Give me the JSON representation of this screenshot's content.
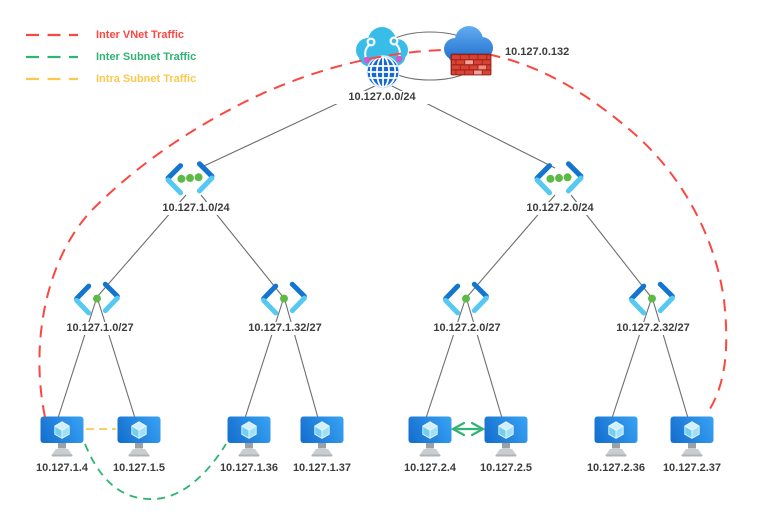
{
  "legend": {
    "items": [
      {
        "label": "Inter VNet Traffic",
        "color": "#fb4740"
      },
      {
        "label": "Inter Subnet Traffic",
        "color": "#2fb474"
      },
      {
        "label": "Intra Subnet Traffic",
        "color": "#fcc84e"
      }
    ]
  },
  "hub": {
    "vnet_cidr": "10.127.0.0/24",
    "firewall_ip": "10.127.0.132"
  },
  "vnets": [
    {
      "cidr": "10.127.1.0/24"
    },
    {
      "cidr": "10.127.2.0/24"
    }
  ],
  "subnets": [
    {
      "cidr": "10.127.1.0/27"
    },
    {
      "cidr": "10.127.1.32/27"
    },
    {
      "cidr": "10.127.2.0/27"
    },
    {
      "cidr": "10.127.2.32/27"
    }
  ],
  "vms": [
    {
      "ip": "10.127.1.4"
    },
    {
      "ip": "10.127.1.5"
    },
    {
      "ip": "10.127.1.36"
    },
    {
      "ip": "10.127.1.37"
    },
    {
      "ip": "10.127.2.4"
    },
    {
      "ip": "10.127.2.5"
    },
    {
      "ip": "10.127.2.36"
    },
    {
      "ip": "10.127.2.37"
    }
  ],
  "icons": {
    "hub_cloud": "cloud-with-globe-icon",
    "firewall_cloud": "cloud-with-firewall-bricks-icon",
    "vnet": "chevrons-three-dots-icon",
    "subnet": "chevrons-one-dot-icon",
    "vm": "monitor-with-cube-icon"
  },
  "colors": {
    "inter_vnet": "#fb4740",
    "inter_subnet": "#2fb474",
    "intra_subnet": "#fcc84e",
    "connector": "#6e6e6e",
    "label_text": "#3d3d3d",
    "azure_dark_blue": "#1475d1",
    "azure_cyan": "#56c9f3",
    "dot_green": "#5eba47"
  }
}
